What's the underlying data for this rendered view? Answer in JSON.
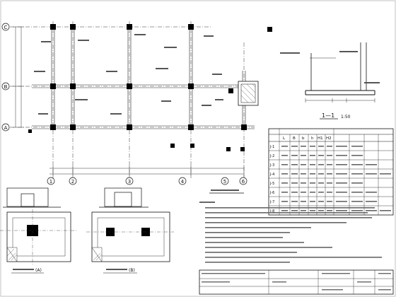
{
  "colors": {
    "ink": "#111111",
    "thin_line": "#333333",
    "column_fill": "#000000",
    "hatch": "#444444"
  },
  "plan": {
    "row_axes": [
      "A",
      "B",
      "C"
    ],
    "col_axes": [
      "1",
      "2",
      "3",
      "4",
      "5",
      "6"
    ]
  },
  "section": {
    "mark": "1—1",
    "scale": "1:50"
  },
  "table": {
    "headers": [
      "",
      "L",
      "B",
      "b",
      "h",
      "H1",
      "H2"
    ],
    "rows": [
      "J-1",
      "J-2",
      "J-3",
      "J-4",
      "J-5",
      "J-6",
      "J-7",
      "J-8"
    ]
  },
  "detail_labels": [
    "(A)",
    "(B)"
  ],
  "icons": {
    "north_marker": "axis-bubble-icon"
  }
}
